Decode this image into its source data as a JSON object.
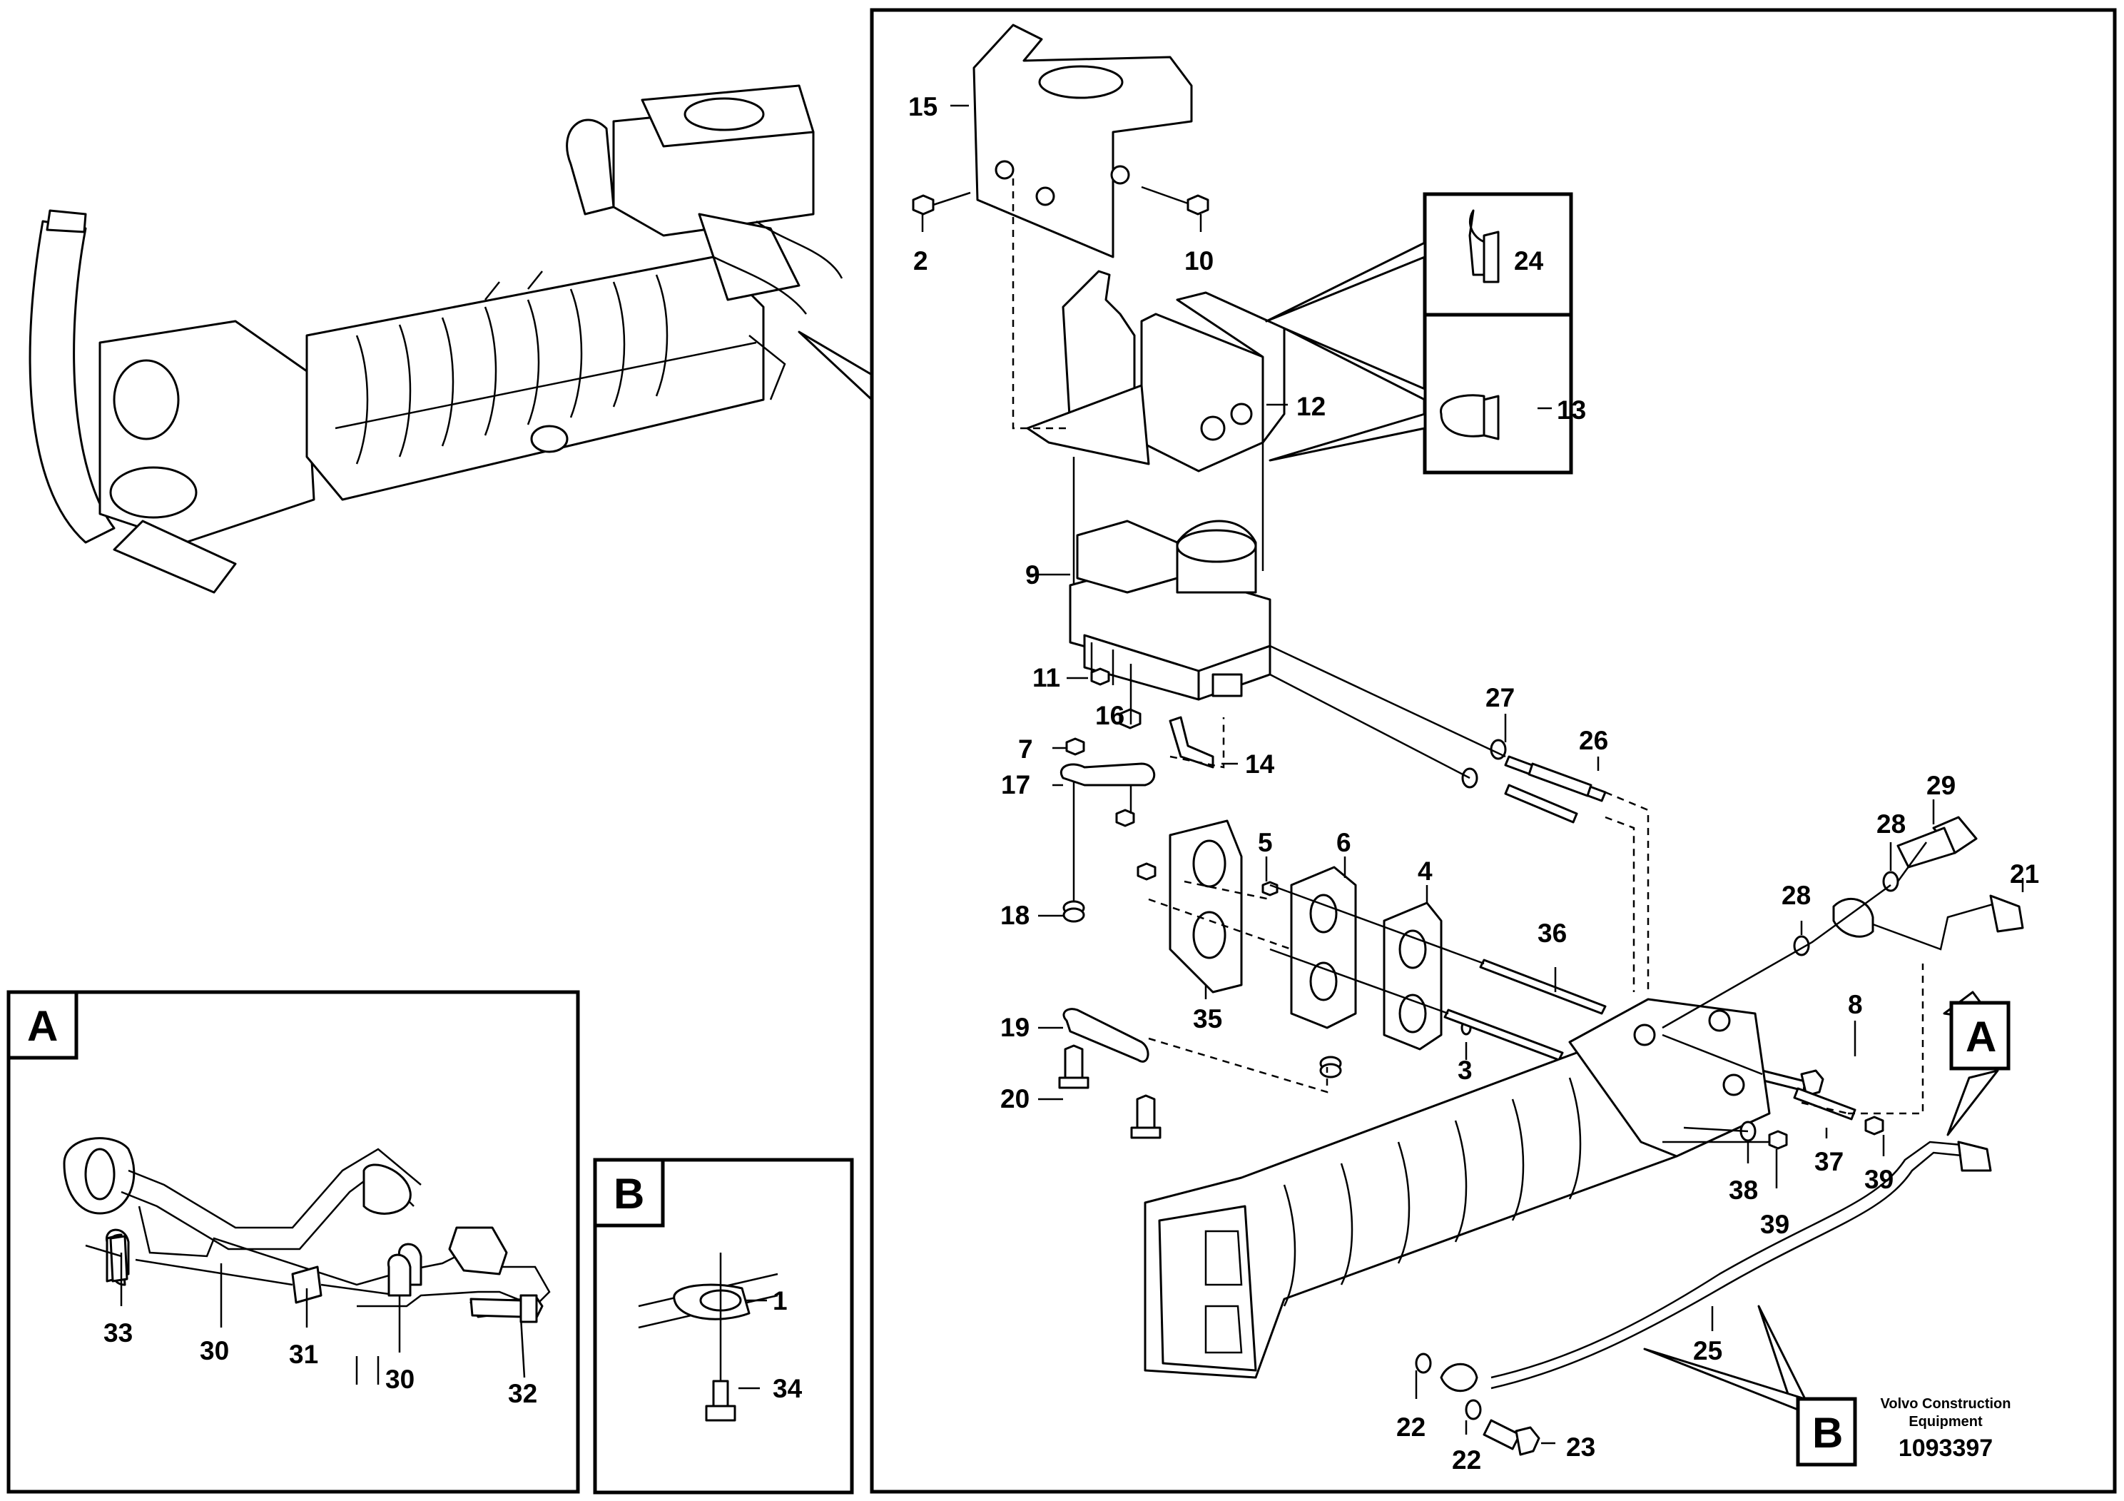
{
  "callouts": {
    "c1": "1",
    "c2": "2",
    "c3": "3",
    "c4": "4",
    "c5": "5",
    "c6": "6",
    "c7": "7",
    "c8": "8",
    "c9": "9",
    "c10": "10",
    "c11": "11",
    "c12": "12",
    "c13": "13",
    "c14": "14",
    "c15": "15",
    "c16": "16",
    "c17": "17",
    "c18": "18",
    "c19": "19",
    "c20": "20",
    "c21": "21",
    "c22a": "22",
    "c22b": "22",
    "c23": "23",
    "c24": "24",
    "c25": "25",
    "c26": "26",
    "c27": "27",
    "c28a": "28",
    "c28b": "28",
    "c29": "29",
    "c30a": "30",
    "c30b": "30",
    "c31": "31",
    "c32": "32",
    "c33": "33",
    "c34": "34",
    "c35": "35",
    "c36": "36",
    "c37": "37",
    "c38": "38",
    "c39a": "39",
    "c39b": "39"
  },
  "detail_letters": {
    "a_box": "A",
    "b_box": "B",
    "a_ref": "A",
    "b_ref": "B"
  },
  "footer": {
    "brand_line1": "Volvo Construction",
    "brand_line2": "Equipment",
    "document_number": "1093397"
  }
}
